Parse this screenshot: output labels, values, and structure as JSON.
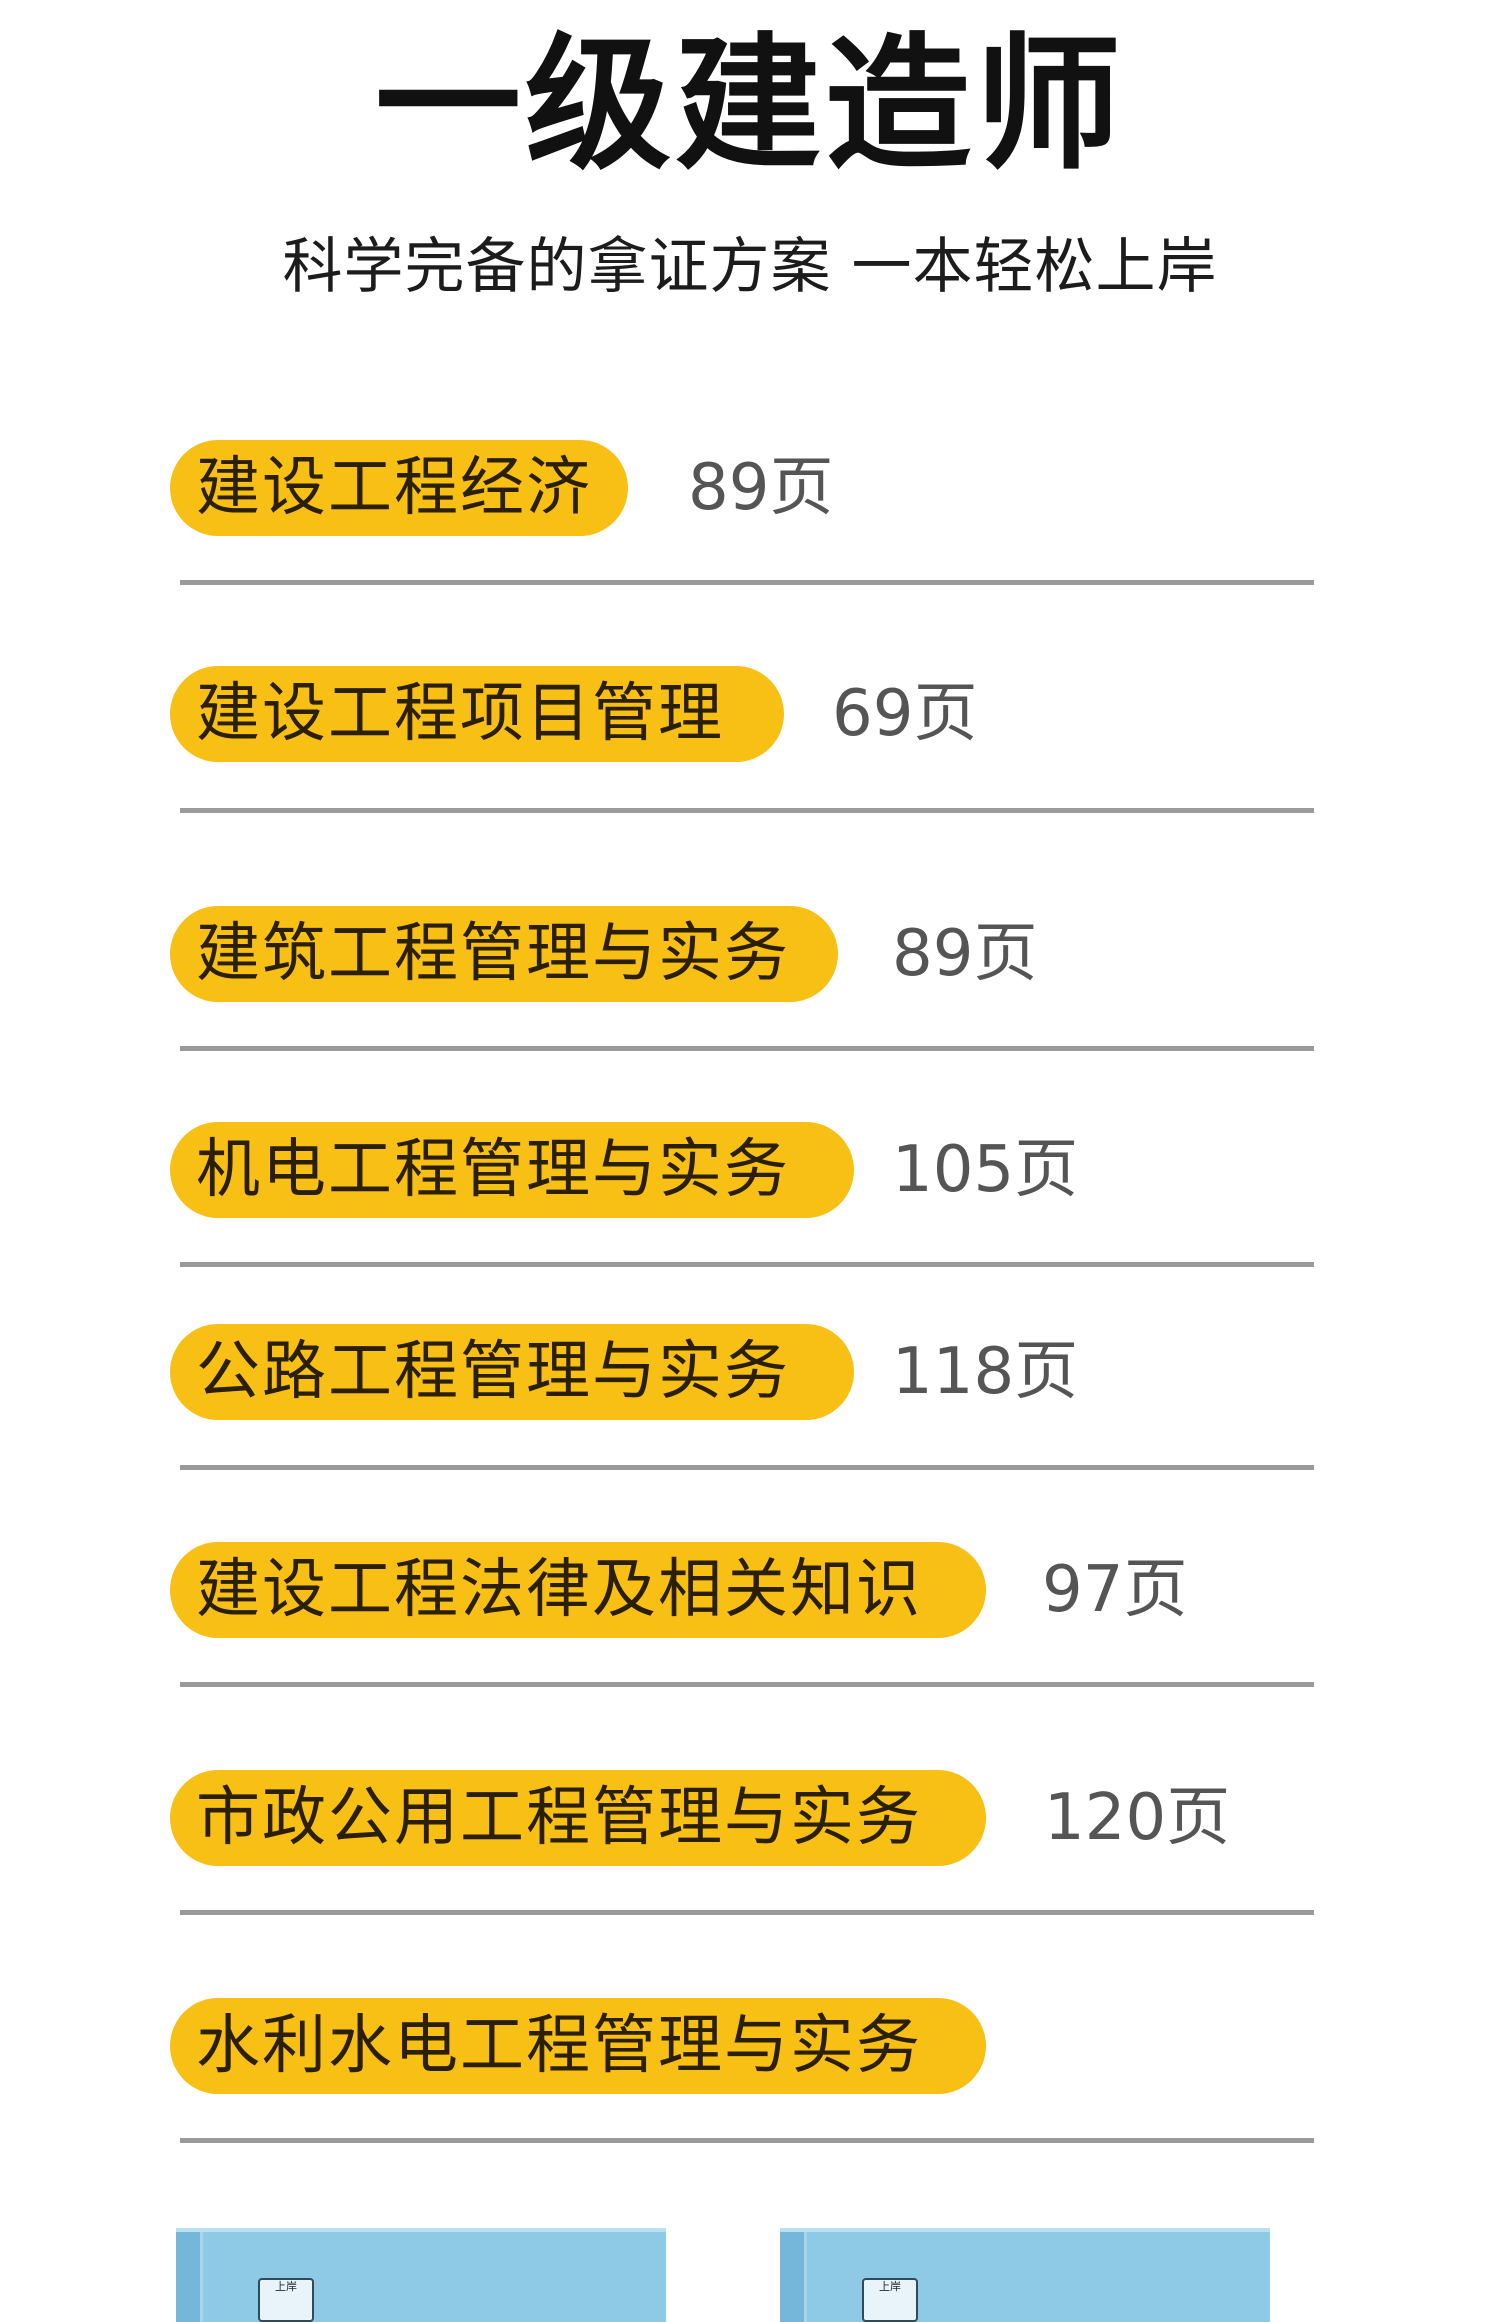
{
  "header": {
    "title": "一级建造师",
    "subtitle": "科学完备的拿证方案  一本轻松上岸"
  },
  "colors": {
    "pill_background": "#f8bf14",
    "divider": "#9a9a9a",
    "book_cover": "#8ec9e6"
  },
  "subjects": [
    {
      "name": "建设工程经济",
      "pages": "89页"
    },
    {
      "name": "建设工程项目管理",
      "pages": "69页"
    },
    {
      "name": "建筑工程管理与实务",
      "pages": "89页"
    },
    {
      "name": "机电工程管理与实务",
      "pages": "105页"
    },
    {
      "name": "公路工程管理与实务",
      "pages": "118页"
    },
    {
      "name": "建设工程法律及相关知识",
      "pages": "97页"
    },
    {
      "name": "市政公用工程管理与实务",
      "pages": "120页"
    },
    {
      "name": "水利水电工程管理与实务",
      "pages": ""
    }
  ],
  "books": [
    {
      "label": "上岸"
    },
    {
      "label": "上岸"
    }
  ]
}
